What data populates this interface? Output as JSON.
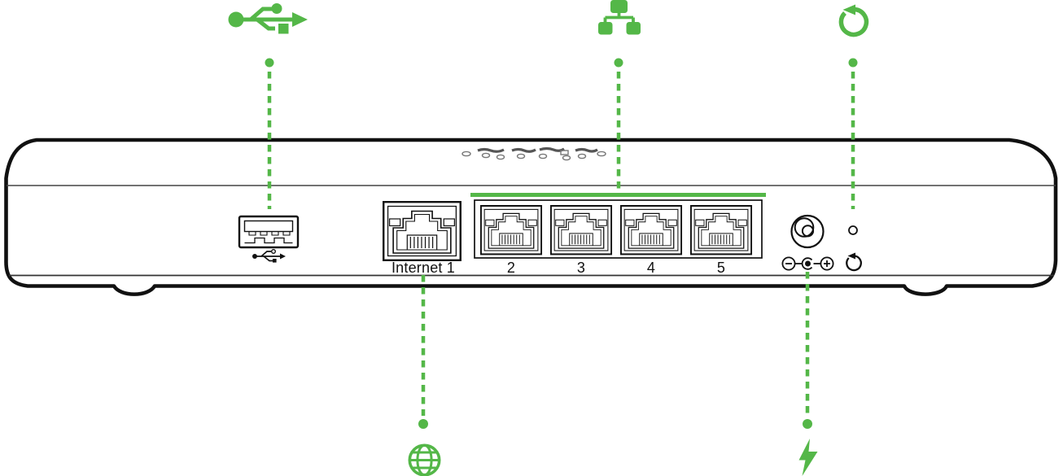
{
  "diagram": {
    "accent_color": "#54b748",
    "line_color": "#111111",
    "port_labels": {
      "internet": "Internet 1",
      "lan": [
        "2",
        "3",
        "4",
        "5"
      ]
    },
    "callouts": {
      "top": [
        {
          "icon": "usb-icon",
          "target": "usb-port"
        },
        {
          "icon": "lan-tree-icon",
          "target": "lan-ports-2-5"
        },
        {
          "icon": "factory-reset-icon",
          "target": "reset-button"
        }
      ],
      "bottom": [
        {
          "icon": "internet-globe-icon",
          "target": "internet-port"
        },
        {
          "icon": "power-bolt-icon",
          "target": "power-jack"
        }
      ]
    }
  }
}
